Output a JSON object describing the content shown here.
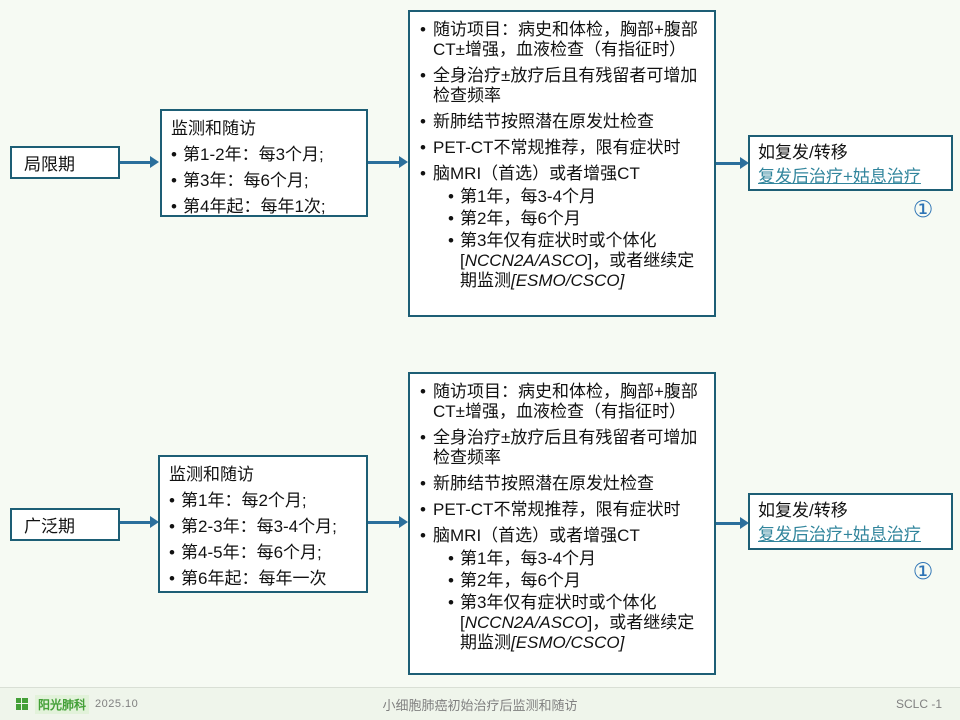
{
  "colors": {
    "box-border": "#1d5e75",
    "arrow": "#2b6f9c",
    "link": "#31859c",
    "footnote": "#2e74b5",
    "brand-green": "#44a038",
    "page-bg": "#f6faf3",
    "footer-bg": "#eff5eb",
    "footer-text": "#808080"
  },
  "rows": [
    {
      "stage_label": "局限期",
      "monitor": {
        "title": "监测和随访",
        "items": [
          "第1-2年：每3个月;",
          "第3年：每6个月;",
          "第4年起：每年1次;"
        ]
      },
      "detail": {
        "items": [
          "随访项目：病史和体检，胸部+腹部CT±增强，血液检查（有指征时）",
          "全身治疗±放疗后且有残留者可增加检查频率",
          "新肺结节按照潜在原发灶检查",
          "PET-CT不常规推荐，限有症状时",
          "脑MRI（首选）或者增强CT"
        ],
        "sub_items": [
          "第1年，每3-4个月",
          "第2年，每6个月"
        ],
        "sub3": {
          "text": "第3年仅有症状时或个体化",
          "open": "[",
          "ref1": "NCCN2A/ASCO",
          "mid": "]，或者继续定期监测",
          "ref2": "[ESMO/CSCO]"
        }
      },
      "relapse": {
        "title": "如复发/转移",
        "link": "复发后治疗+姑息治疗"
      },
      "footnote": "①"
    },
    {
      "stage_label": "广泛期",
      "monitor": {
        "title": "监测和随访",
        "items": [
          "第1年：每2个月;",
          "第2-3年：每3-4个月;",
          "第4-5年：每6个月;",
          "第6年起：每年一次"
        ]
      },
      "detail": {
        "items": [
          "随访项目：病史和体检，胸部+腹部CT±增强，血液检查（有指征时）",
          "全身治疗±放疗后且有残留者可增加检查频率",
          "新肺结节按照潜在原发灶检查",
          "PET-CT不常规推荐，限有症状时",
          "脑MRI（首选）或者增强CT"
        ],
        "sub_items": [
          "第1年，每3-4个月",
          "第2年，每6个月"
        ],
        "sub3": {
          "text": "第3年仅有症状时或个体化",
          "open": "[",
          "ref1": "NCCN2A/ASCO",
          "mid": "]，或者继续定期监测",
          "ref2": "[ESMO/CSCO]"
        }
      },
      "relapse": {
        "title": "如复发/转移",
        "link": "复发后治疗+姑息治疗"
      },
      "footnote": "①"
    }
  ],
  "footer": {
    "brand": "阳光肺科",
    "date": "2025.10",
    "title": "小细胞肺癌初始治疗后监测和随访",
    "page_label": "SCLC -1"
  }
}
